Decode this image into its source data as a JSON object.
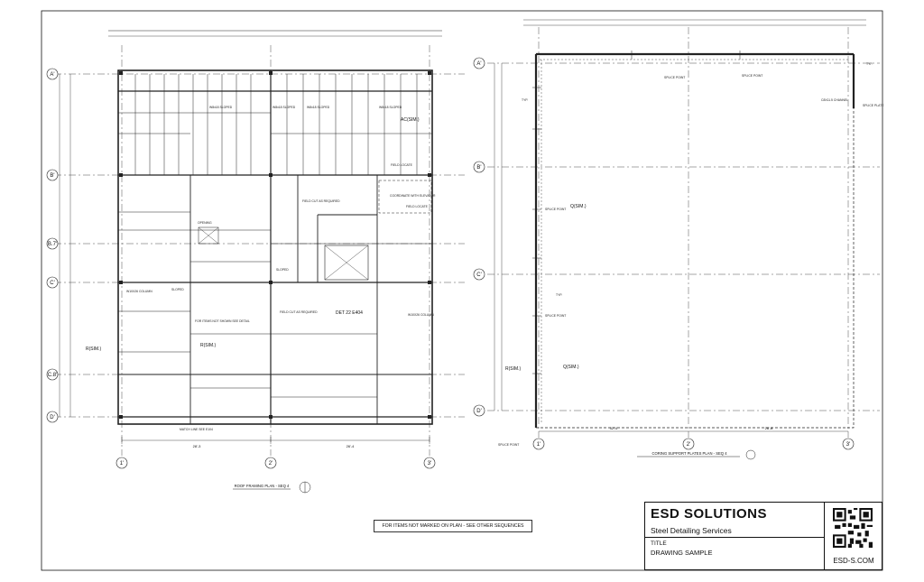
{
  "plan_left": {
    "title": "ROOF FRAMING PLAN - SEQ 4",
    "grid_rows": [
      "A'",
      "B'",
      "B.7'",
      "C'",
      "C.8'",
      "D'"
    ],
    "grid_cols": [
      "1'",
      "2'",
      "3'"
    ],
    "callouts": [
      "W8x18 SLOPED",
      "W8x18 SLOPED",
      "W8x18 SLOPED",
      "W8x18 SLOPED",
      "FIELD LOCATE",
      "FIELD LOCATE",
      "FIELD CUT AS REQUIRED",
      "FIELD CUT AS REQUIRED",
      "COORDINATE WITH ELEVATOR",
      "W10X26 COLUMN",
      "W10X26 COLUMN",
      "SLOPED",
      "SLOPED",
      "OPENING",
      "MATCH LINE SEE E104",
      "FOR ITEMS NOT SHOWN SEE DETAIL"
    ],
    "details": [
      "R(SIM.)",
      "DET 22 E404",
      "AC(SIM.)",
      "R(SIM.)"
    ],
    "dims": [
      "28'-3",
      "26'-4"
    ]
  },
  "plan_right": {
    "title": "CORING SUPPORT PLATES PLAN - SEQ 4",
    "grid_rows": [
      "A'",
      "B'",
      "C'",
      "D'"
    ],
    "grid_cols": [
      "1'",
      "2'",
      "3'"
    ],
    "callouts": [
      "SPLICE POINT",
      "SPLICE POINT",
      "SPLICE POINT",
      "SPLICE POINT",
      "SPLICE POINT",
      "TYP.",
      "TYP.",
      "TYP.",
      "SPLICE PLATE",
      "C8X11.5 CHANNEL"
    ],
    "details": [
      "Q(SIM.)",
      "R(SIM.)",
      "Q(SIM.)"
    ],
    "dims": [
      "32'-4",
      "26'-8"
    ]
  },
  "note": "FOR ITEMS NOT MARKED ON PLAN - SEE OTHER SEQUENCES",
  "title_block": {
    "company": "ESD SOLUTIONS",
    "subtitle": "Steel Detailing Services",
    "title_label": "TITLE",
    "title": "DRAWING SAMPLE",
    "website": "ESD-S.COM"
  },
  "colors": {
    "ink": "#111111",
    "line": "#333333",
    "paper": "#ffffff"
  }
}
